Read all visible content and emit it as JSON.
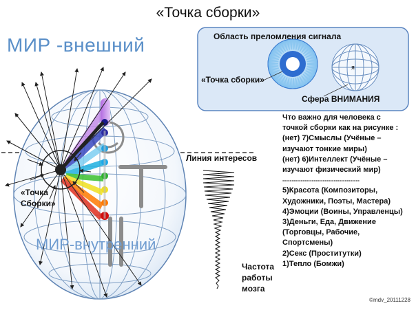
{
  "title": "«Точка сборки»",
  "world_outer": "МИР -внешний",
  "world_inner": "МИР-внутренний",
  "assembly_point_left": [
    "«Точка",
    "Сборки»"
  ],
  "interest_line": "Линия интересов",
  "brain_frequency": [
    "Частота",
    "работы",
    "мозга"
  ],
  "panel": {
    "title": "Область преломления сигнала",
    "assembly_point": "«Точка сборки»",
    "me": "я",
    "sphere": "Сфера ВНИМАНИЯ"
  },
  "notes": [
    "Что важно для человека с",
    "точкой сборки как на рисунке :",
    "(нет) 7)Смыслы (Учёные –",
    "изучают тонкие миры)",
    "(нет) 6)Интеллект (Учёные –",
    "изучают физический мир)",
    "------------------------------------------",
    "5)Красота (Композиторы,",
    "Художники, Поэты, Мастера)",
    "4)Эмоции (Воины, Управленцы)",
    "3)Деньги, Еда, Движение",
    "(Торговцы, Рабочие,",
    "Спортсмены)",
    "2)Секс (Проститутки)",
    "1)Тепло (Бомжи)"
  ],
  "credit": "©mdv_20111228",
  "colors": {
    "sphere_line": "#7e9ec4",
    "panel_bg": "#dbe8f7",
    "panel_border": "#5b85c0",
    "accent_blue": "#5a8fc8",
    "chakra": [
      "#d01010",
      "#ff7a00",
      "#f0e020",
      "#30b030",
      "#20b0e0",
      "#1a2a9a",
      "#8b5ac8"
    ]
  }
}
